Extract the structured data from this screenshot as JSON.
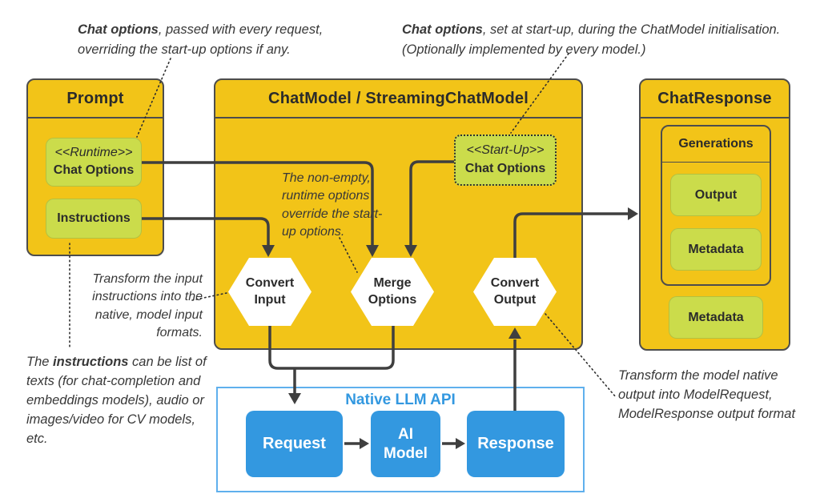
{
  "diagram": {
    "prompt": {
      "title": "Prompt",
      "runtime_stereotype": "<<Runtime>>",
      "runtime_label": "Chat Options",
      "instructions_label": "Instructions"
    },
    "chat_model": {
      "title": "ChatModel / StreamingChatModel",
      "startup_stereotype": "<<Start-Up>>",
      "startup_label": "Chat Options",
      "convert_input_label": "Convert Input",
      "merge_options_label": "Merge Options",
      "convert_output_label": "Convert Output"
    },
    "chat_response": {
      "title": "ChatResponse",
      "generations_label": "Generations",
      "output_label": "Output",
      "metadata_label": "Metadata",
      "metadata_outer_label": "Metadata"
    },
    "native_api": {
      "title": "Native LLM API",
      "request_label": "Request",
      "ai_model_label": "AI Model",
      "response_label": "Response"
    }
  },
  "notes": {
    "top_left": {
      "bold": "Chat options",
      "line1_rest": ", passed with every request,",
      "line2": "overriding the start-up options if any."
    },
    "top_center": {
      "bold": "Chat options",
      "line1_rest": ", set at start-up, during the ChatModel initialisation.",
      "line2": "(Optionally implemented by every model.)"
    },
    "merge_note": "The non-empty, runtime options override the start-up options.",
    "input_note": "Transform the input instructions into the native, model input formats.",
    "instructions_note": {
      "pre": "The ",
      "bold": "instructions",
      "rest": " can be list of texts (for chat-completion and embeddings models), audio or images/video for CV models, etc."
    },
    "output_note": "Transform the model native output into ModelRequest, ModelResponse output format"
  },
  "colors": {
    "yellow": "#F2C418",
    "green": "#CBDC4B",
    "blue": "#3398E0",
    "blue_border": "#5FB0ED",
    "line": "#3F3F3F",
    "text": "#2B2B2B"
  }
}
